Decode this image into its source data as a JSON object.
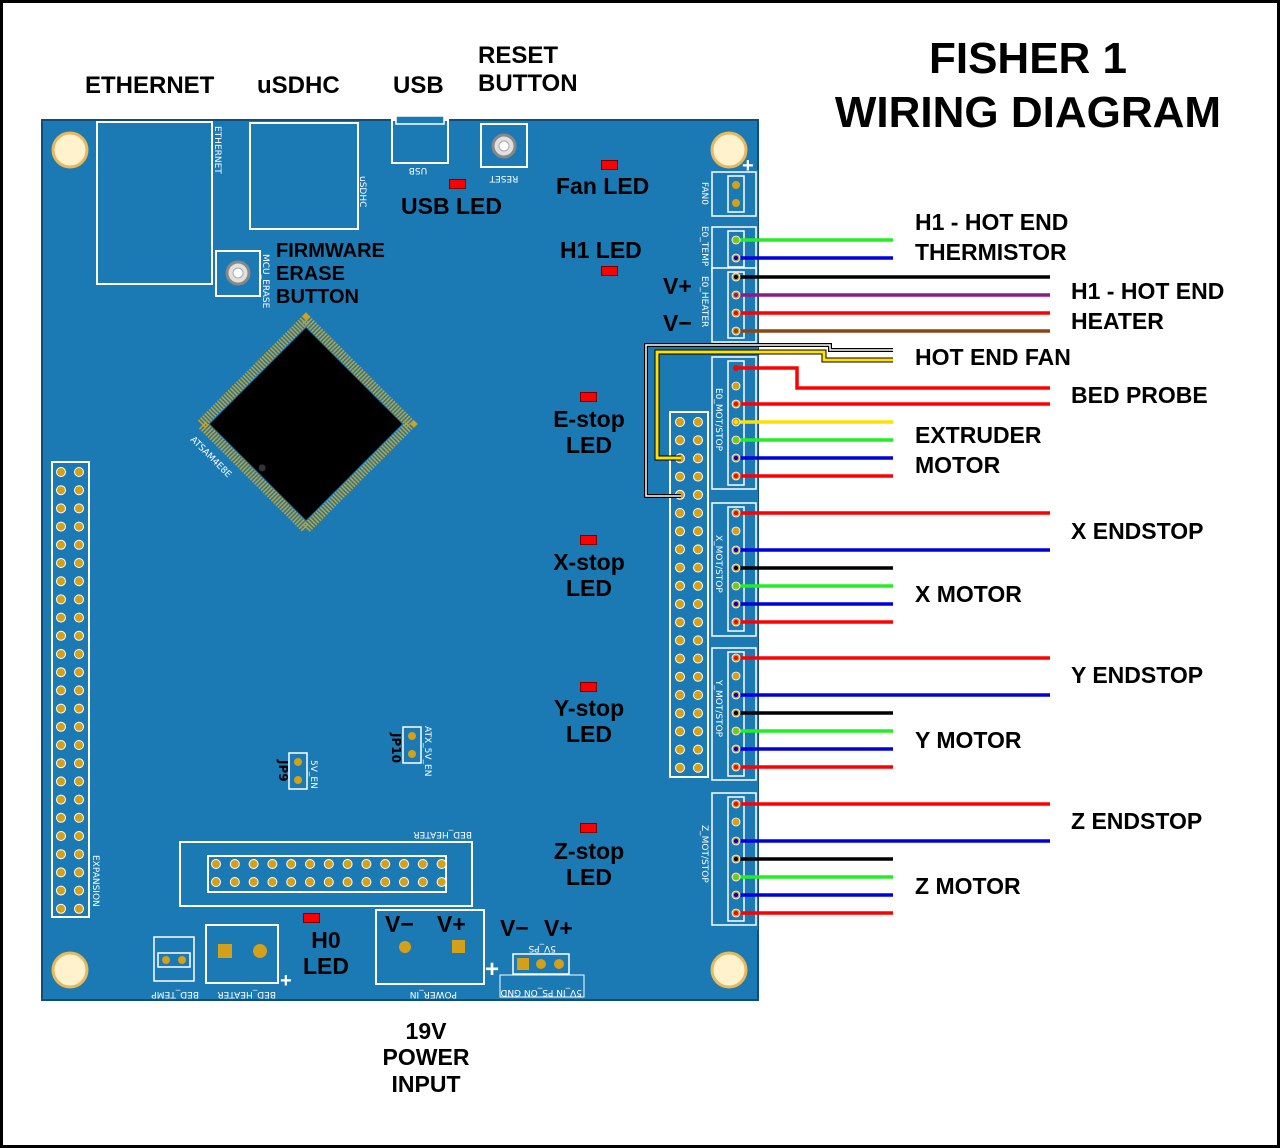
{
  "title": {
    "line1": "FISHER 1",
    "line2": "WIRING DIAGRAM"
  },
  "top_labels": {
    "ethernet": "ETHERNET",
    "usdhc": "uSDHC",
    "usb": "USB",
    "reset_1": "RESET",
    "reset_2": "BUTTON"
  },
  "board_labels": {
    "firmware_1": "FIRMWARE",
    "firmware_2": "ERASE",
    "firmware_3": "BUTTON",
    "usb_led": "USB LED",
    "fan_led": "Fan LED",
    "h1_led": "H1 LED",
    "estop_1": "E-stop",
    "estop_2": "LED",
    "xstop_1": "X-stop",
    "xstop_2": "LED",
    "ystop_1": "Y-stop",
    "ystop_2": "LED",
    "zstop_1": "Z-stop",
    "zstop_2": "LED",
    "h0_1": "H0",
    "h0_2": "LED",
    "vplus": "V+",
    "vminus": "V−",
    "pw_vminus": "V−",
    "pw_vplus": "V+",
    "ps_vminus": "V−",
    "ps_vplus": "V+",
    "plus": "+"
  },
  "silkscreen": {
    "ethernet": "ETHERNET",
    "usdhc": "uSDHC",
    "usb": "USB",
    "reset": "RESET",
    "mcu_erase": "MCU_ERASE",
    "chip": "ATSAM4E8E",
    "fan0": "FAN0",
    "e0_temp": "E0_TEMP",
    "e0_heater": "E0_HEATER",
    "e0_mot": "E0_MOT/STOP",
    "x_mot": "X_MOT/STOP",
    "y_mot": "Y_MOT/STOP",
    "z_mot": "Z_MOT/STOP",
    "expansion": "EXPANSION",
    "bed_heater_top": "BED_HEATER",
    "bed_heater": "BED_HEATER",
    "bed_temp": "BED_TEMP",
    "power_in": "POWER_IN",
    "jp9": "JP9",
    "jp9_sub": "5V_EN",
    "jp10": "JP10",
    "jp10_sub": "ATX_5V_EN",
    "sv_ps": "5V_PS",
    "sv_ps_pins": "5V_IN PS_ON GND"
  },
  "wire_labels": {
    "h1_therm_1": "H1 - HOT END",
    "h1_therm_2": "THERMISTOR",
    "h1_heater_1": "H1 - HOT END",
    "h1_heater_2": "HEATER",
    "hot_end_fan": "HOT END FAN",
    "bed_probe": "BED PROBE",
    "extruder_1": "EXTRUDER",
    "extruder_2": "MOTOR",
    "x_endstop": "X ENDSTOP",
    "x_motor": "X MOTOR",
    "y_endstop": "Y ENDSTOP",
    "y_motor": "Y MOTOR",
    "z_endstop": "Z ENDSTOP",
    "z_motor": "Z MOTOR"
  },
  "power_labels": {
    "line1": "19V",
    "line2": "POWER",
    "line3": "INPUT"
  },
  "colors": {
    "pcb": "#1b79b4",
    "wire_red": "#ff0000",
    "wire_blue": "#0000dd",
    "wire_green": "#22ee22",
    "wire_black": "#000000",
    "wire_purple": "#8b1a8b",
    "wire_brown": "#8b4513",
    "wire_yellow": "#ffe000",
    "led": "#ff0000",
    "pad": "#d4a017"
  }
}
